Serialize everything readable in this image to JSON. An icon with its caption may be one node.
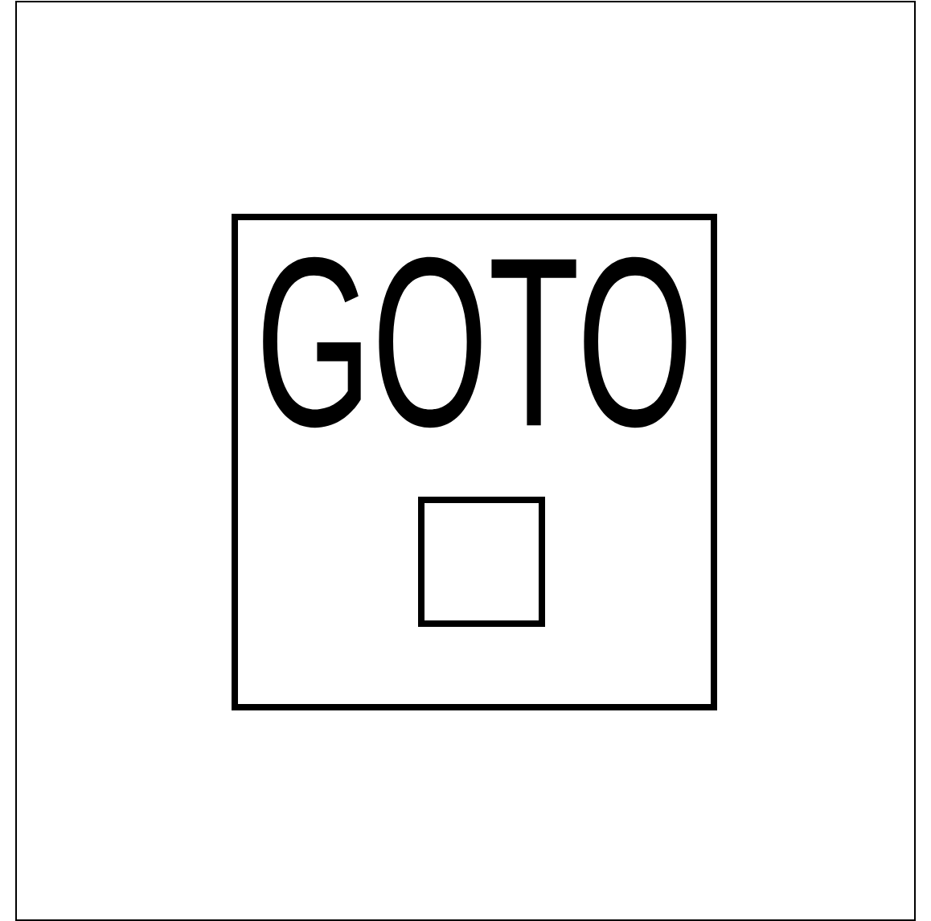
{
  "diagram": {
    "nodes": [
      {
        "text": [
          "GOTO"
        ]
      },
      {
        "text": [],
        "shape": "box",
        "in": 0
      }
    ]
  }
}
